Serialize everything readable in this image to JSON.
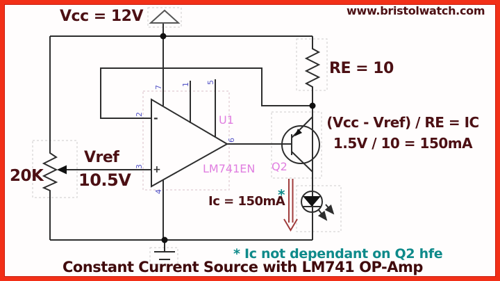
{
  "header": {
    "website": "www.bristolwatch.com"
  },
  "title": "Constant Current Source with LM741 OP-Amp",
  "footnote": "* Ic not dependant on Q2 hfe",
  "supply": {
    "vcc_label": "Vcc = 12V"
  },
  "resistor_re": {
    "label": "RE = 10"
  },
  "formula": {
    "line1": "(Vcc - Vref) / RE = IC",
    "line2": "1.5V / 10 = 150mA"
  },
  "potentiometer": {
    "value": "20K"
  },
  "vref": {
    "name": "Vref",
    "value": "10.5V"
  },
  "current": {
    "label": "Ic = 150mA",
    "star": "*"
  },
  "opamp": {
    "ref": "U1",
    "part": "LM741EN",
    "minus": "-",
    "plus": "+",
    "pins": {
      "p1": "1",
      "p2": "2",
      "p3": "3",
      "p4": "4",
      "p5": "5",
      "p6": "6",
      "p7": "7"
    }
  },
  "transistor": {
    "ref": "Q2"
  },
  "colors": {
    "border_red": "#f23018",
    "text_maroon": "#4c1014",
    "text_teal": "#0e8a8a",
    "ref_magenta": "#e07ee0",
    "pin_blue": "#5353c6",
    "wire": "#2d2d2d",
    "current_arrow": "#a03c3c",
    "background": "#fffdfd"
  }
}
